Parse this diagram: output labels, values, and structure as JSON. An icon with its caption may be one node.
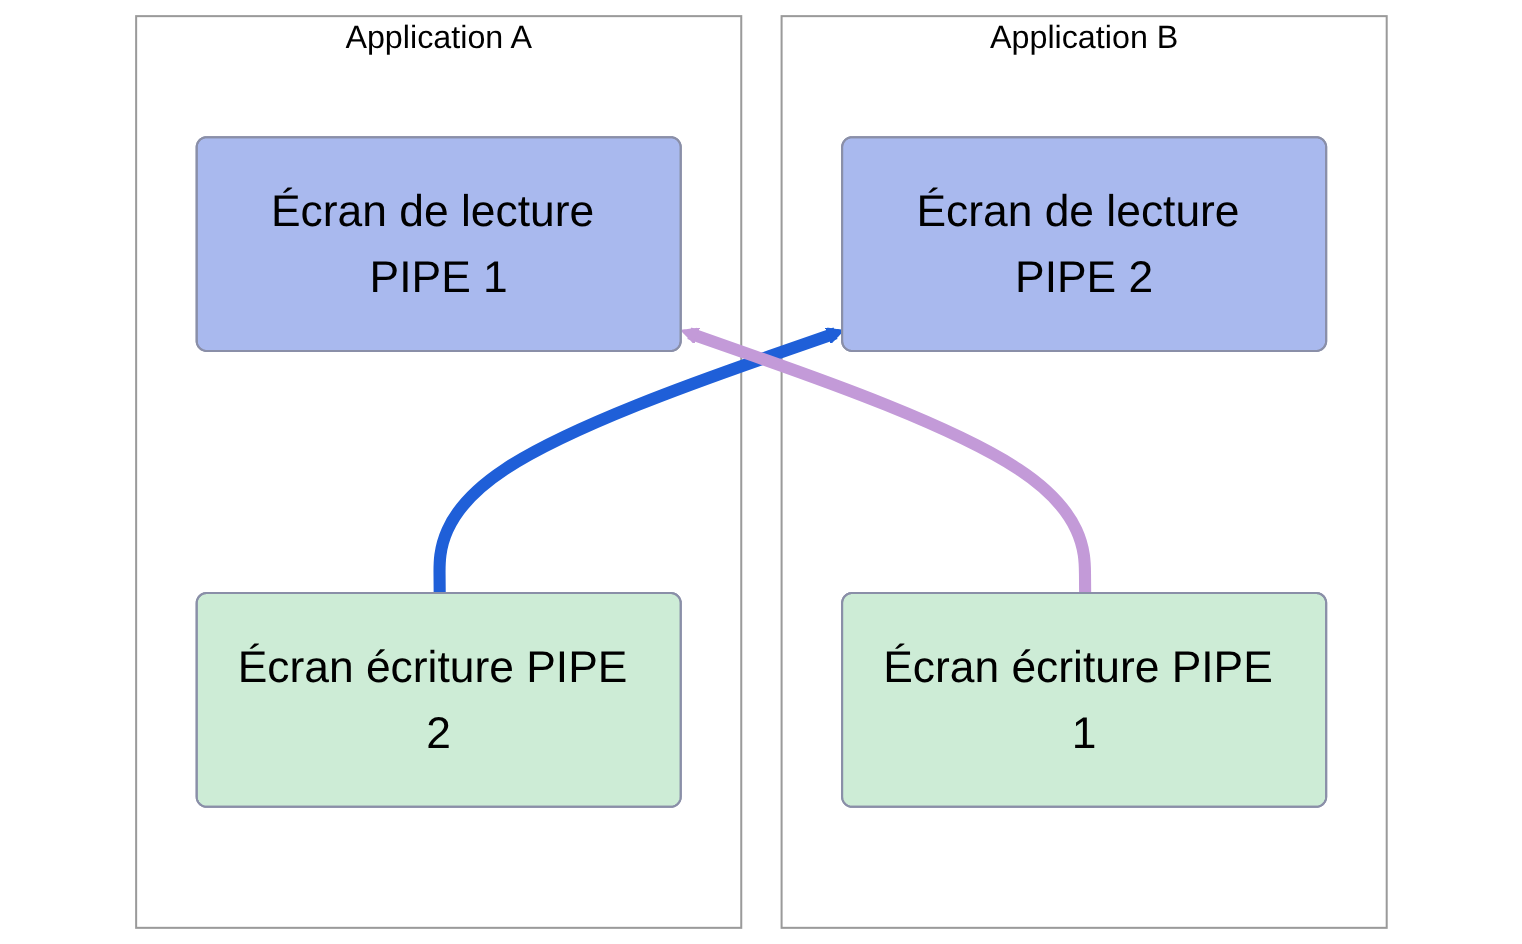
{
  "diagram": {
    "nodes": [
      {
        "text": [
          "Application A"
        ]
      },
      {
        "text": [
          "Écran de lecture PIPE 1"
        ],
        "in": 0
      },
      {
        "text": [
          "Écran écriture PIPE 2"
        ],
        "in": 0
      },
      {
        "text": [
          "Application B"
        ]
      },
      {
        "text": [
          "Écran de lecture PIPE 2"
        ],
        "in": 3
      },
      {
        "text": [
          "Écran écriture PIPE 1"
        ],
        "in": 3
      }
    ],
    "edges": [
      {
        "from": 2,
        "to": 4,
        "arrow": "to",
        "color": "#1f5fd8"
      },
      {
        "from": 5,
        "to": 1,
        "arrow": "to",
        "color": "#c39ad8"
      }
    ]
  }
}
